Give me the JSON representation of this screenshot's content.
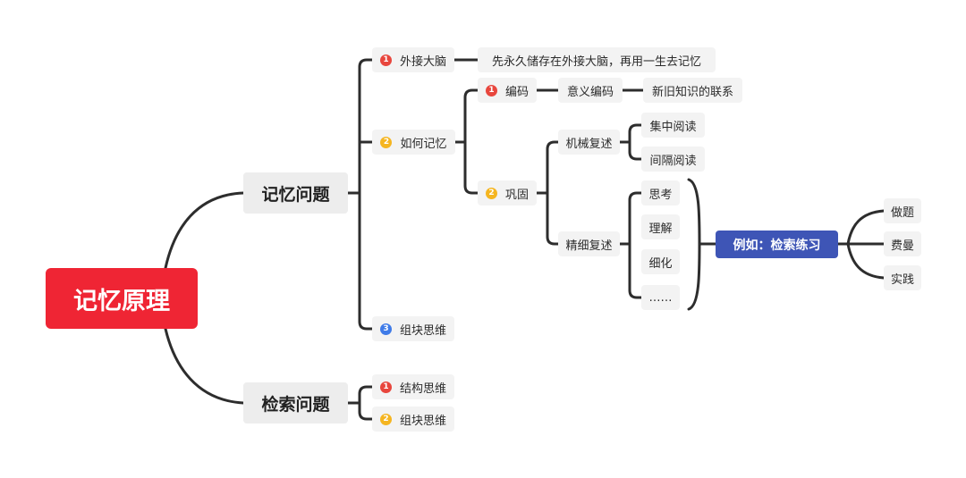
{
  "root": "记忆原理",
  "branches": {
    "memory": "记忆问题",
    "retrieval": "检索问题"
  },
  "memory_children": {
    "external": {
      "num": "1",
      "label": "外接大脑",
      "detail": "先永久储存在外接大脑，再用一生去记忆"
    },
    "how": {
      "num": "2",
      "label": "如何记忆"
    },
    "chunk": {
      "num": "3",
      "label": "组块思维"
    }
  },
  "how_children": {
    "encode": {
      "num": "1",
      "label": "编码",
      "child": "意义编码",
      "grandchild": "新旧知识的联系"
    },
    "consolidate": {
      "num": "2",
      "label": "巩固"
    }
  },
  "consolidate_children": {
    "mechanical": "机械复述",
    "elaborate": "精细复述"
  },
  "mechanical_children": [
    "集中阅读",
    "间隔阅读"
  ],
  "elaborate_children": [
    "思考",
    "理解",
    "细化",
    "……"
  ],
  "example": {
    "label": "例如：检索练习",
    "children": [
      "做题",
      "费曼",
      "实践"
    ]
  },
  "retrieval_children": {
    "structure": {
      "num": "1",
      "label": "结构思维"
    },
    "chunk": {
      "num": "2",
      "label": "组块思维"
    }
  },
  "colors": {
    "root": "#ef2534",
    "highlight": "#3e55b6",
    "line": "#2d2d2d",
    "badge_red": "#e8463d",
    "badge_yellow": "#f5b520",
    "badge_blue": "#3f7be8"
  }
}
